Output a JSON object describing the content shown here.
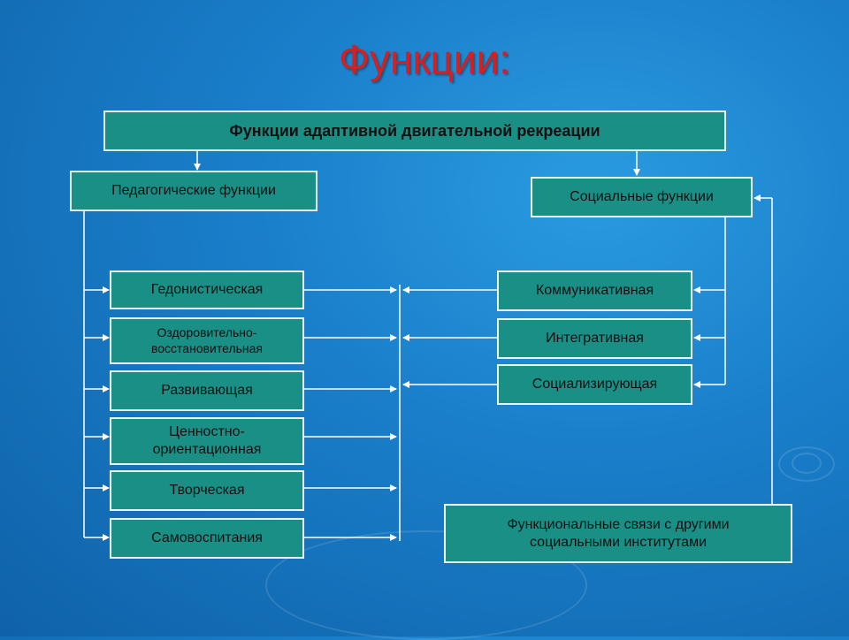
{
  "title": "Функции:",
  "root": "Функции адаптивной двигательной рекреации",
  "left_group": {
    "header": "Педагогические функции",
    "items": [
      "Гедонистическая",
      "Оздоровительно-восстановительная",
      "Развивающая",
      "Ценностно-ориентационная",
      "Творческая",
      "Самовоспитания"
    ]
  },
  "right_group": {
    "header": "Социальные функции",
    "items": [
      "Коммуникативная",
      "Интегративная",
      "Социализирующая"
    ]
  },
  "bottom_box": "Функциональные связи с другими социальными институтами",
  "colors": {
    "box_fill": "#1a8f86",
    "line": "#ffffff",
    "title": "#d6201f"
  }
}
